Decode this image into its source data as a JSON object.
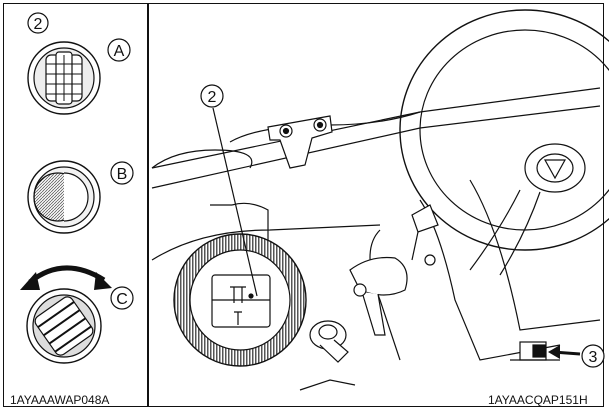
{
  "left_panel": {
    "item_number": "2",
    "labels": [
      "A",
      "B",
      "C"
    ],
    "figure_code": "1AYAAAWAP048A"
  },
  "right_panel": {
    "callouts": [
      "2",
      "3"
    ],
    "figure_code": "1AYAACQAP151H"
  }
}
